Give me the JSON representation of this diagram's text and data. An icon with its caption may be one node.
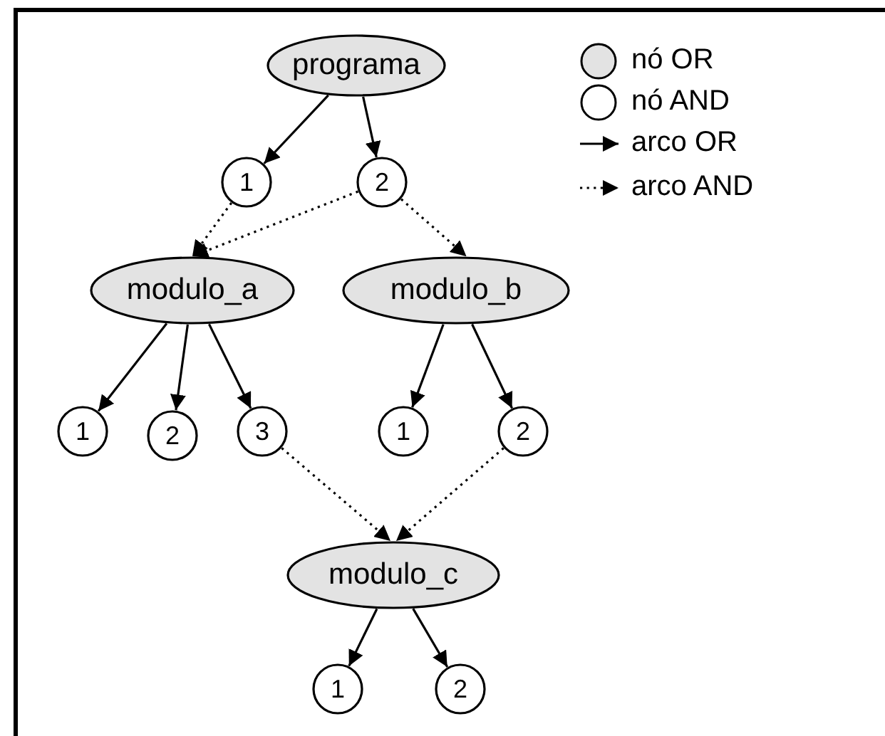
{
  "diagram": {
    "nodes": [
      {
        "text": [
          "programa"
        ]
      },
      {
        "text": [
          "1"
        ]
      },
      {
        "text": [
          "2"
        ]
      },
      {
        "text": [
          "modulo_a"
        ]
      },
      {
        "text": [
          "modulo_b"
        ]
      },
      {
        "text": [
          "1"
        ]
      },
      {
        "text": [
          "2"
        ]
      },
      {
        "text": [
          "3"
        ]
      },
      {
        "text": [
          "1"
        ]
      },
      {
        "text": [
          "2"
        ]
      },
      {
        "text": [
          "modulo_c"
        ]
      },
      {
        "text": [
          "1"
        ]
      },
      {
        "text": [
          "2"
        ]
      }
    ],
    "edges": [
      {
        "from": 0,
        "to": 1,
        "arrow": "to"
      },
      {
        "from": 0,
        "to": 2,
        "arrow": "to"
      },
      {
        "from": 1,
        "to": 3,
        "arrow": "to",
        "style": "dashed"
      },
      {
        "from": 2,
        "to": 3,
        "arrow": "to",
        "style": "dashed"
      },
      {
        "from": 2,
        "to": 4,
        "arrow": "to",
        "style": "dashed"
      },
      {
        "from": 3,
        "to": 5,
        "arrow": "to"
      },
      {
        "from": 3,
        "to": 6,
        "arrow": "to"
      },
      {
        "from": 3,
        "to": 7,
        "arrow": "to"
      },
      {
        "from": 4,
        "to": 8,
        "arrow": "to"
      },
      {
        "from": 4,
        "to": 9,
        "arrow": "to"
      },
      {
        "from": 7,
        "to": 10,
        "arrow": "to",
        "style": "dashed"
      },
      {
        "from": 9,
        "to": 10,
        "arrow": "to",
        "style": "dashed"
      },
      {
        "from": 10,
        "to": 11,
        "arrow": "to"
      },
      {
        "from": 10,
        "to": 12,
        "arrow": "to"
      }
    ],
    "legend": [
      {
        "text": "nó OR"
      },
      {
        "text": "nó AND"
      },
      {
        "text": "arco OR"
      },
      {
        "text": "arco AND"
      }
    ]
  }
}
